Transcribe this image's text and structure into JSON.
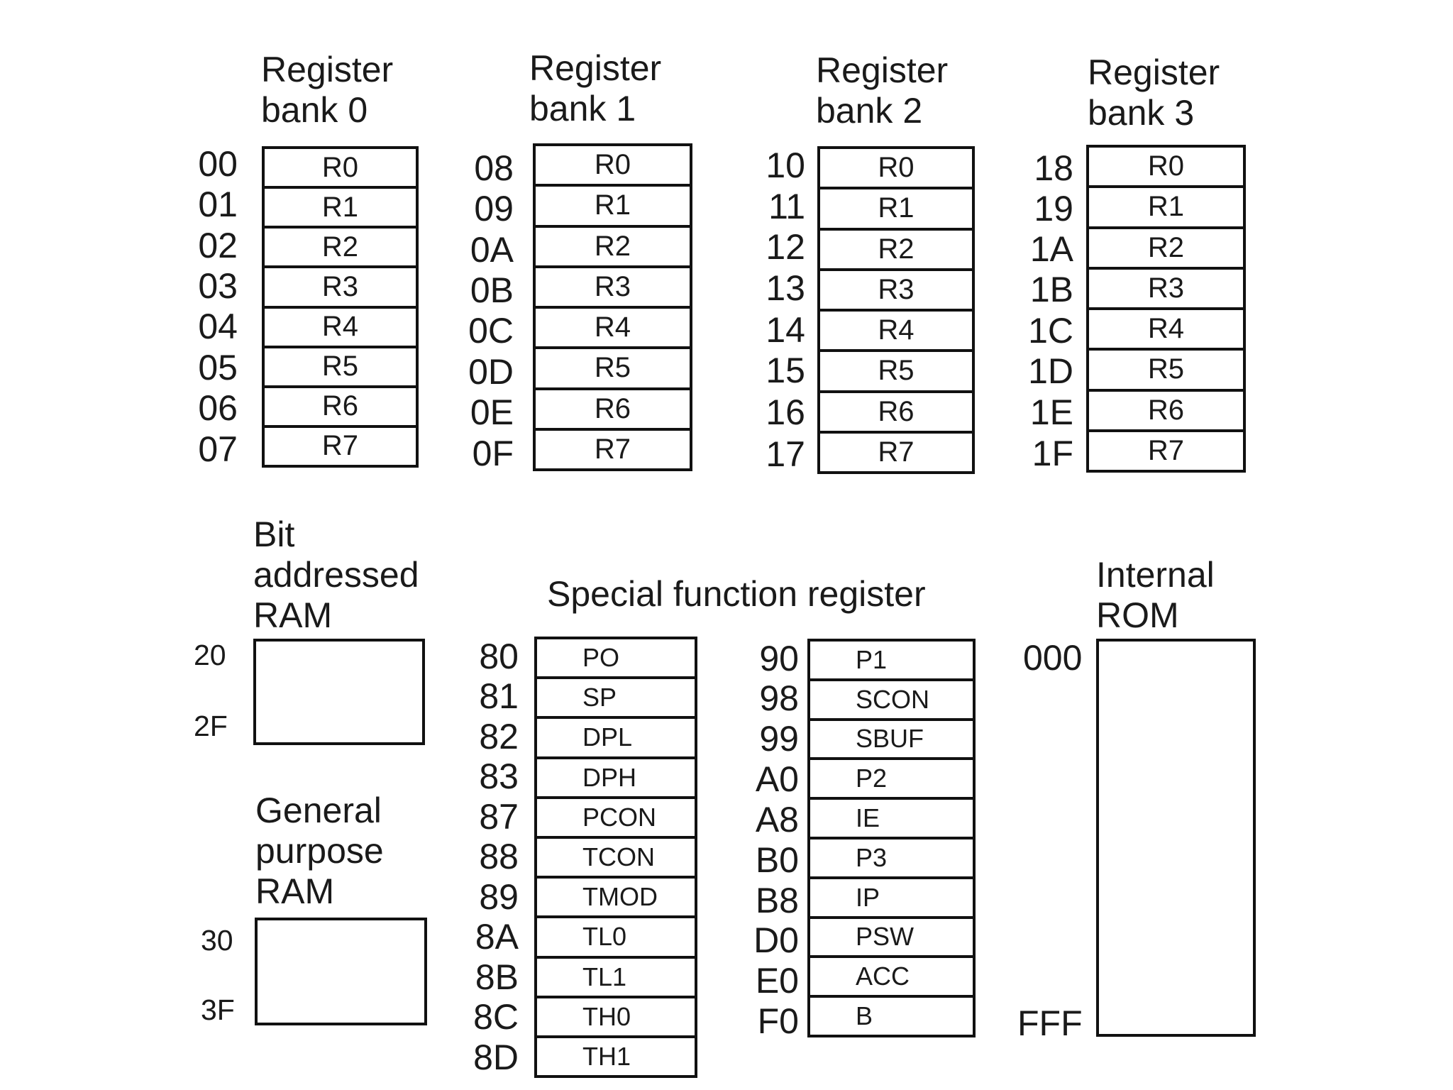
{
  "register_banks": [
    {
      "title": "Register\nbank 0",
      "addresses": [
        "00",
        "01",
        "02",
        "03",
        "04",
        "05",
        "06",
        "07"
      ],
      "registers": [
        "R0",
        "R1",
        "R2",
        "R3",
        "R4",
        "R5",
        "R6",
        "R7"
      ]
    },
    {
      "title": "Register\nbank 1",
      "addresses": [
        "08",
        "09",
        "0A",
        "0B",
        "0C",
        "0D",
        "0E",
        "0F"
      ],
      "registers": [
        "R0",
        "R1",
        "R2",
        "R3",
        "R4",
        "R5",
        "R6",
        "R7"
      ]
    },
    {
      "title": "Register\nbank 2",
      "addresses": [
        "10",
        "11",
        "12",
        "13",
        "14",
        "15",
        "16",
        "17"
      ],
      "registers": [
        "R0",
        "R1",
        "R2",
        "R3",
        "R4",
        "R5",
        "R6",
        "R7"
      ]
    },
    {
      "title": "Register\nbank 3",
      "addresses": [
        "18",
        "19",
        "1A",
        "1B",
        "1C",
        "1D",
        "1E",
        "1F"
      ],
      "registers": [
        "R0",
        "R1",
        "R2",
        "R3",
        "R4",
        "R5",
        "R6",
        "R7"
      ]
    }
  ],
  "bit_ram": {
    "title": "Bit\naddressed\nRAM",
    "start": "20",
    "end": "2F"
  },
  "general_ram": {
    "title": "General\npurpose\nRAM",
    "start": "30",
    "end": "3F"
  },
  "sfr": {
    "title": "Special function register",
    "column1": {
      "addresses": [
        "80",
        "81",
        "82",
        "83",
        "87",
        "88",
        "89",
        "8A",
        "8B",
        "8C",
        "8D"
      ],
      "registers": [
        "PO",
        "SP",
        "DPL",
        "DPH",
        "PCON",
        "TCON",
        "TMOD",
        "TL0",
        "TL1",
        "TH0",
        "TH1"
      ]
    },
    "column2": {
      "addresses": [
        "90",
        "98",
        "99",
        "A0",
        "A8",
        "B0",
        "B8",
        "D0",
        "E0",
        "F0"
      ],
      "registers": [
        "P1",
        "SCON",
        "SBUF",
        "P2",
        "IE",
        "P3",
        "IP",
        "PSW",
        "ACC",
        "B"
      ]
    }
  },
  "rom": {
    "title": "Internal\nROM",
    "start": "000",
    "end": "FFF"
  }
}
